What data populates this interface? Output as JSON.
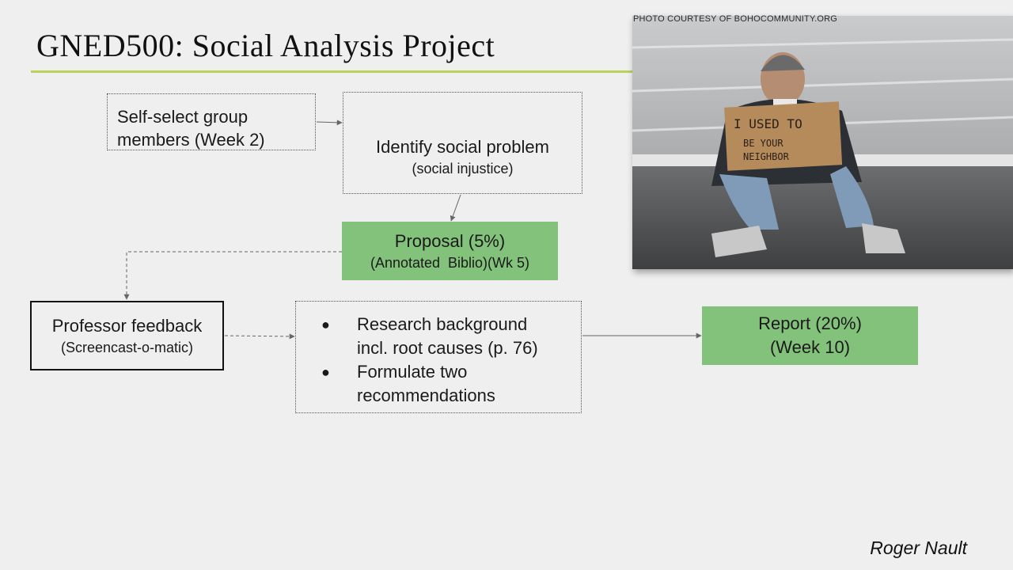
{
  "slide": {
    "title": "GNED500: Social Analysis Project",
    "author": "Roger Nault"
  },
  "photo": {
    "credit": "PHOTO COURTESY OF BOHOCOMMUNITY.ORG",
    "sign_text_line1": "I USED TO",
    "sign_text_line2": "BE YOUR",
    "sign_text_line3": "NEIGHBOR"
  },
  "flow": {
    "self_select": {
      "line1": "Self-select group",
      "line2": "members (Week 2)"
    },
    "identify": {
      "main": "Identify social problem",
      "sub": "(social injustice)"
    },
    "proposal": {
      "main": "Proposal (5%)",
      "sub": "(Annotated  Biblio)(Wk 5)"
    },
    "feedback": {
      "main": "Professor feedback",
      "sub": "(Screencast-o-matic)"
    },
    "research": {
      "bullet_symbol": "●",
      "items": [
        {
          "line1": "Research background",
          "line2": "incl. root causes (p. 76)"
        },
        {
          "line1": "Formulate two",
          "line2": "recommendations"
        }
      ]
    },
    "report": {
      "line1": "Report (20%)",
      "line2": "(Week 10)"
    }
  },
  "colors": {
    "accent_rule": "#b9d35a",
    "green_box": "#83c27a",
    "arrow": "#666666"
  }
}
